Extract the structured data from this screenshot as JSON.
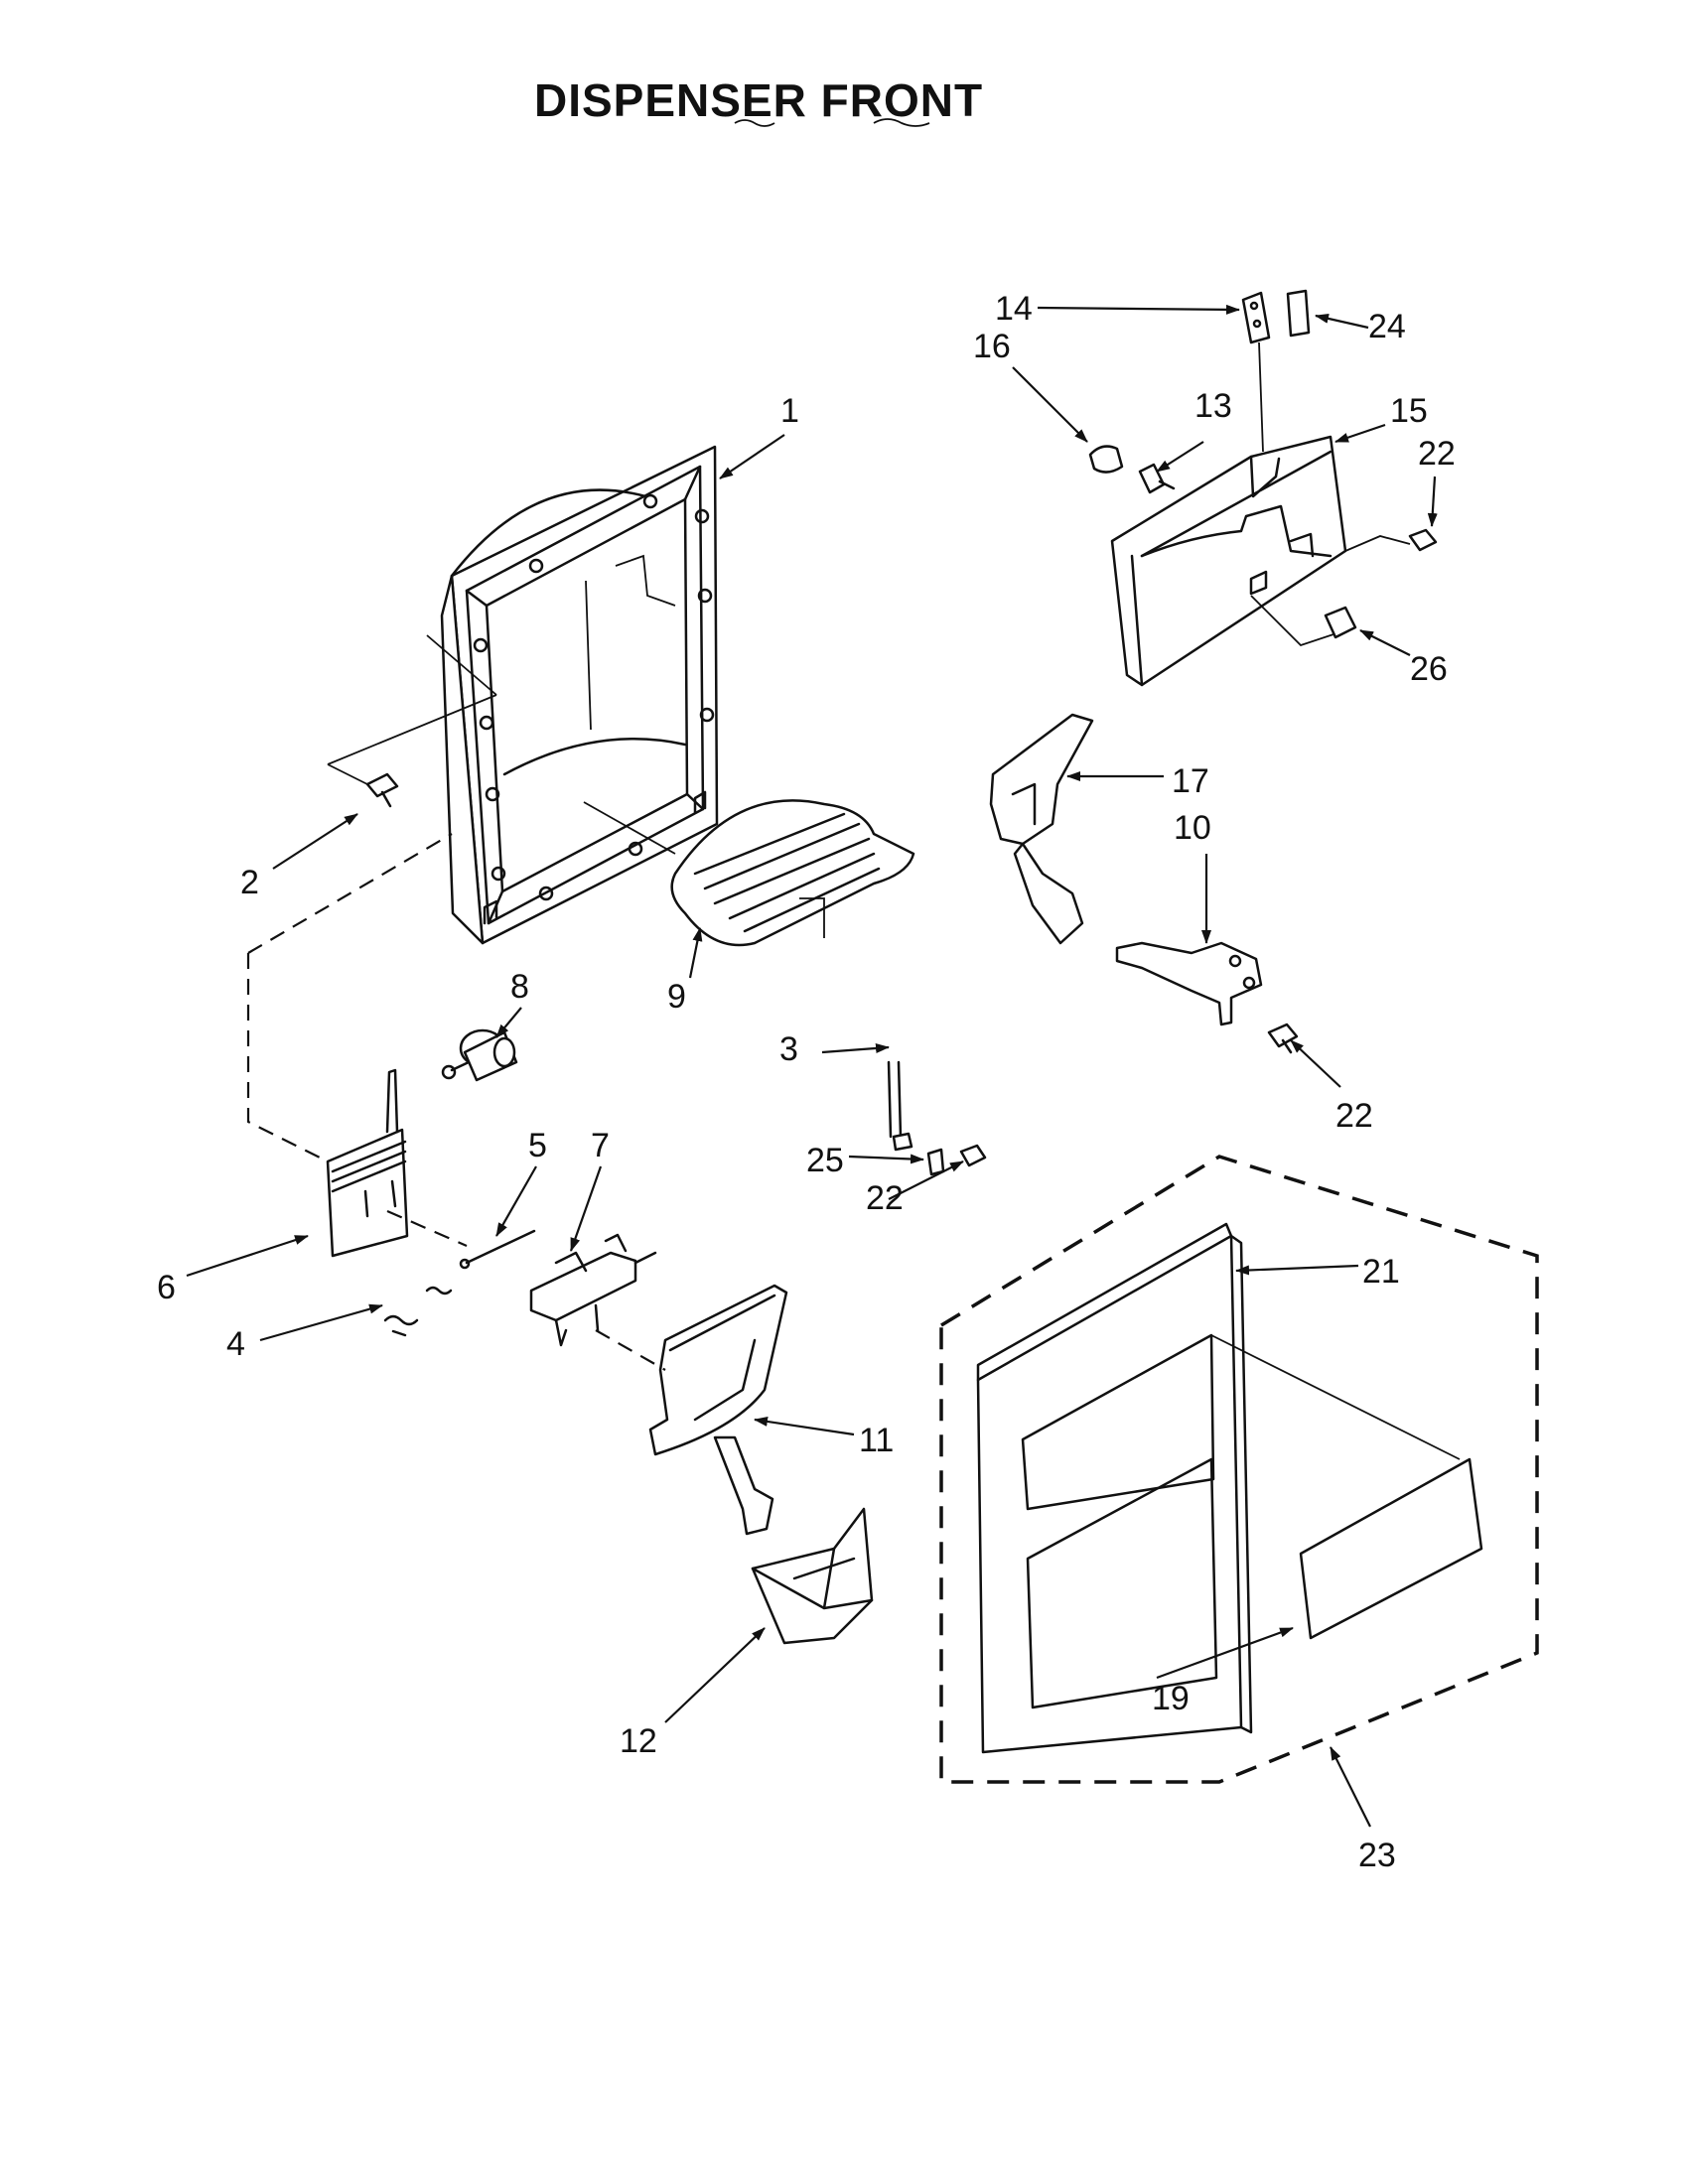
{
  "title": "DISPENSER FRONT",
  "callouts": [
    {
      "id": "c1",
      "label": "1"
    },
    {
      "id": "c2",
      "label": "2"
    },
    {
      "id": "c3",
      "label": "3"
    },
    {
      "id": "c4",
      "label": "4"
    },
    {
      "id": "c5",
      "label": "5"
    },
    {
      "id": "c6",
      "label": "6"
    },
    {
      "id": "c7",
      "label": "7"
    },
    {
      "id": "c8",
      "label": "8"
    },
    {
      "id": "c9",
      "label": "9"
    },
    {
      "id": "c10",
      "label": "10"
    },
    {
      "id": "c11",
      "label": "11"
    },
    {
      "id": "c12",
      "label": "12"
    },
    {
      "id": "c13",
      "label": "13"
    },
    {
      "id": "c14",
      "label": "14"
    },
    {
      "id": "c15",
      "label": "15"
    },
    {
      "id": "c16",
      "label": "16"
    },
    {
      "id": "c17",
      "label": "17"
    },
    {
      "id": "c19",
      "label": "19"
    },
    {
      "id": "c21",
      "label": "21"
    },
    {
      "id": "c22a",
      "label": "22"
    },
    {
      "id": "c22b",
      "label": "22"
    },
    {
      "id": "c22c",
      "label": "22"
    },
    {
      "id": "c23",
      "label": "23"
    },
    {
      "id": "c24",
      "label": "24"
    },
    {
      "id": "c25",
      "label": "25"
    },
    {
      "id": "c26",
      "label": "26"
    }
  ]
}
